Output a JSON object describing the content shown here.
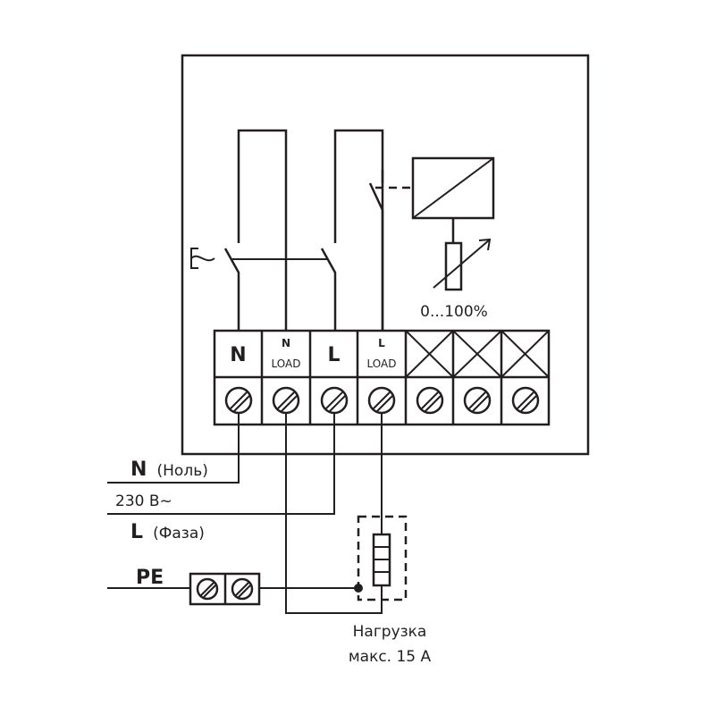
{
  "terminals": {
    "t1": {
      "top": "N",
      "bottom": ""
    },
    "t2": {
      "top": "N",
      "bottom": "LOAD"
    },
    "t3": {
      "top": "L",
      "bottom": ""
    },
    "t4": {
      "top": "L",
      "bottom": "LOAD"
    }
  },
  "regulator": {
    "range": "0...100%"
  },
  "supply": {
    "neutral_letter": "N",
    "neutral_name": "(Ноль)",
    "voltage": "230 В~",
    "phase_letter": "L",
    "phase_name": "(Фаза)",
    "ground": "PE"
  },
  "load": {
    "line1": "Нагрузка",
    "line2": "макс. 15 А"
  }
}
